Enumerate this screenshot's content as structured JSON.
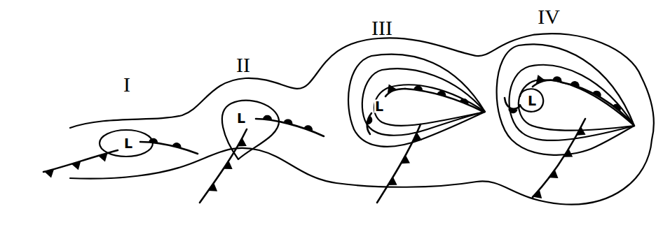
{
  "diagram": {
    "labels": [
      "I",
      "L",
      "II",
      "L",
      "III",
      "L",
      "IV",
      "L"
    ]
  }
}
